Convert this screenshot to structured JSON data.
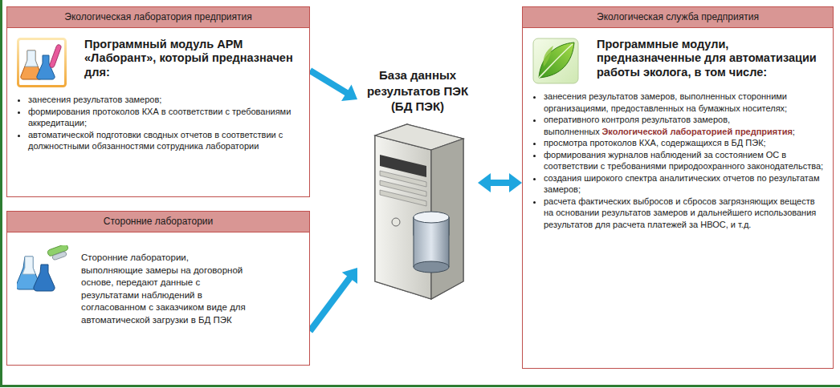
{
  "diagram": {
    "nodes": [
      {
        "text": [
          "Экологическая лаборатория предприятия",
          "Программный модуль АРМ «Лаборант», который предназначен для:",
          "занесения результатов замеров;",
          "формирования протоколов КХА в соответствии с требованиями аккредитации;",
          "автоматической подготовки сводных отчетов в соответствии с должностными обязанностями сотрудника лаборатории"
        ]
      },
      {
        "text": [
          "Сторонние лаборатории",
          "Сторонние лаборатории, выполняющие замеры на договорной основе, передают данные с результатами наблюдений в согласованном с заказчиком виде для автоматической загрузки в БД ПЭК"
        ]
      },
      {
        "text": [
          "База данных результатов ПЭК (БД ПЭК)"
        ]
      },
      {
        "text": [
          "Экологическая служба предприятия",
          "Программные модули, предназначенные для автоматизации работы эколога, в том числе:",
          "занесения результатов замеров, выполненных сторонними организациями, предоставленных на бумажных носителях;",
          "оперативного контроля результатов замеров, выполненных",
          "Экологической лабораторией предприятия",
          ";",
          "просмотра протоколов КХА, содержащихся в БД ПЭК;",
          "формирования журналов наблюдений за состоянием ОС в соответствии с требованиями природоохранного законодательства;",
          "создания широкого спектра аналитических отчетов по результатам замеров;",
          "расчета фактических выбросов и сбросов загрязняющих веществ на основании результатов замеров и дальнейшего использования результатов для расчета платежей за НВОС, и т.д."
        ]
      }
    ],
    "edges": [
      {
        "from": 0,
        "to": 2,
        "arrow": "to"
      },
      {
        "from": 1,
        "to": 2,
        "arrow": "to"
      },
      {
        "from": 2,
        "to": 3,
        "arrow": "both"
      }
    ]
  }
}
